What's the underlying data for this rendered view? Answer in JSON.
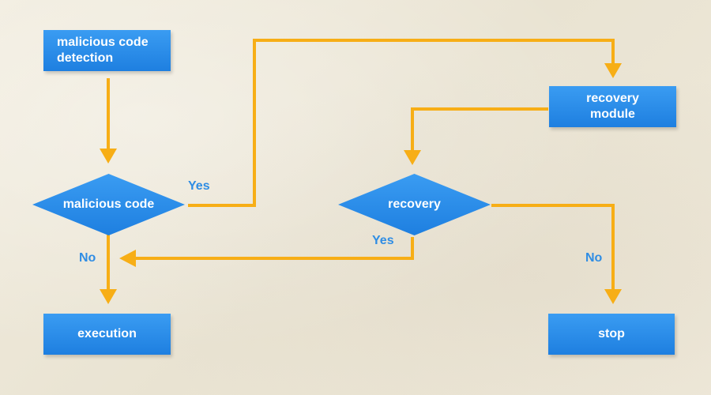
{
  "nodes": {
    "detection": {
      "label": "malicious code\ndetection"
    },
    "malicious_code": {
      "label": "malicious code"
    },
    "execution": {
      "label": "execution"
    },
    "recovery_module": {
      "label": "recovery\nmodule"
    },
    "recovery": {
      "label": "recovery"
    },
    "stop": {
      "label": "stop"
    }
  },
  "edges": {
    "malicious_yes": "Yes",
    "malicious_no": "No",
    "recovery_yes": "Yes",
    "recovery_no": "No"
  },
  "colors": {
    "node_fill": "#2589e8",
    "connector": "#f7ae16",
    "edge_label": "#2f8de4",
    "background": "#efeadb"
  }
}
